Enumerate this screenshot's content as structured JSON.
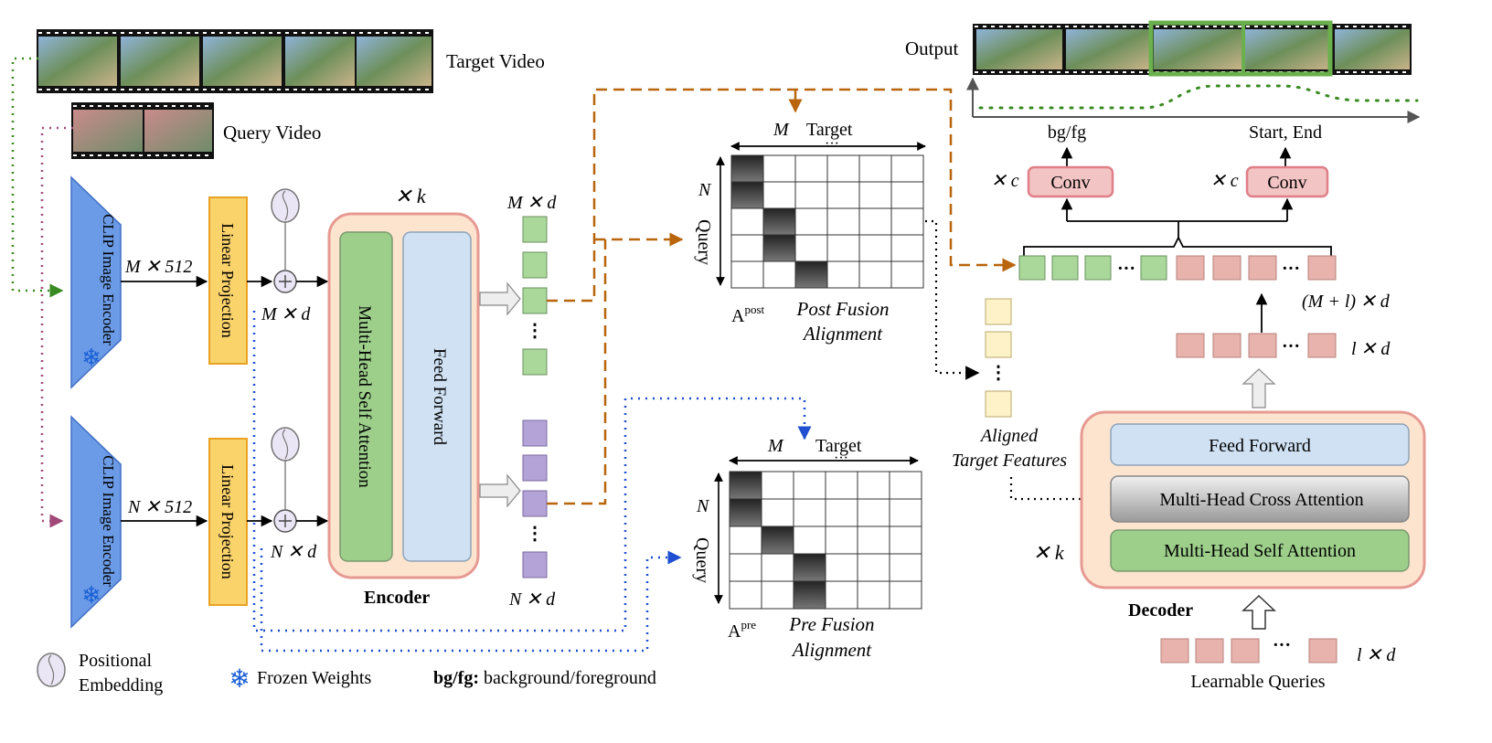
{
  "labels": {
    "target_video": "Target Video",
    "query_video": "Query Video",
    "output": "Output",
    "clip_encoder": "CLIP Image Encoder",
    "linear_projection": "Linear Projection",
    "m_512": "M ✕ 512",
    "n_512": "N ✕ 512",
    "m_d": "M ✕ d",
    "n_d": "N ✕ d",
    "xk_encoder": "✕ k",
    "mhsa": "Multi-Head Self Attention",
    "feed_forward_enc": "Feed Forward",
    "encoder": "Encoder",
    "enc_out_m": "M ✕ d",
    "enc_out_n": "N ✕ d",
    "target": "Target",
    "query": "Query",
    "m_axis": "M",
    "n_axis": "N",
    "a_post": "A",
    "a_post_sup": "post",
    "a_pre": "A",
    "a_pre_sup": "pre",
    "post_fusion_1": "Post Fusion",
    "post_fusion_2": "Alignment",
    "pre_fusion_1": "Pre Fusion",
    "pre_fusion_2": "Alignment",
    "aligned_1": "Aligned",
    "aligned_2": "Target Features",
    "bgfg": "bg/fg",
    "start_end": "Start, End",
    "conv": "Conv",
    "xc": "✕ c",
    "ml_d": "(M + l) ✕ d",
    "l_d": "l ✕ d",
    "dec_ff": "Feed Forward",
    "dec_mhca": "Multi-Head Cross Attention",
    "dec_mhsa": "Multi-Head Self Attention",
    "xk_decoder": "✕ k",
    "decoder": "Decoder",
    "learnable_queries": "Learnable Queries",
    "legend_pos_1": "Positional",
    "legend_pos_2": "Embedding",
    "legend_frozen": "Frozen Weights",
    "legend_bgfg_bold": "bg/fg:",
    "legend_bgfg_rest": " background/foreground",
    "dots": "···"
  },
  "colors": {
    "clip_blue": "#6b9be6",
    "linear_yellow": "#fbd36b",
    "encoder_bg": "#fde4cf",
    "encoder_border": "#e69a92",
    "mhsa_green": "#9dcf8b",
    "ff_blue": "#cfe1f3",
    "green_token": "#a9d89a",
    "purple_token": "#b4a3d6",
    "pink_token": "#e8b2ad",
    "yellow_token": "#fdf2c8",
    "brown_dash": "#b8650c",
    "blue_dot": "#1f4fd0",
    "green_dot": "#3a8a22",
    "purple_dot": "#a04878",
    "highlight_green": "#6ab04c"
  },
  "icons": [
    "snowflake-icon",
    "positional-embedding-icon",
    "plus-icon",
    "film-strip-icon"
  ]
}
